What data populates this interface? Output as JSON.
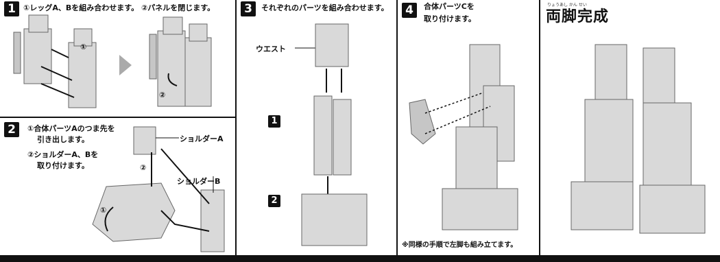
{
  "step1": {
    "num": "1",
    "instruction": "①レッグA、Bを組み合わせます。 ②パネルを閉じます。",
    "mark1": "①",
    "mark2": "②"
  },
  "step2": {
    "num": "2",
    "line1": "①合体パーツAのつま先を",
    "line2": "引き出します。",
    "line3": "②ショルダーA、Bを",
    "line4": "取り付けます。",
    "label_a": "ショルダーA",
    "label_b": "ショルダーB",
    "mark1": "①",
    "mark2": "②"
  },
  "step3": {
    "num": "3",
    "instruction": "それぞれのパーツを組み合わせます。",
    "waist": "ウエスト",
    "ref1": "1",
    "ref2": "2"
  },
  "step4": {
    "num": "4",
    "line1": "合体パーツCを",
    "line2": "取り付けます。",
    "note": "※同様の手順で左脚も組み立てます。"
  },
  "complete": {
    "ruby": "りょうあし かん せい",
    "title": "両脚完成"
  },
  "colors": {
    "ink": "#111111",
    "part": "#d9d9d9",
    "part_stroke": "#666666",
    "arrow_gray": "#aaaaaa"
  }
}
